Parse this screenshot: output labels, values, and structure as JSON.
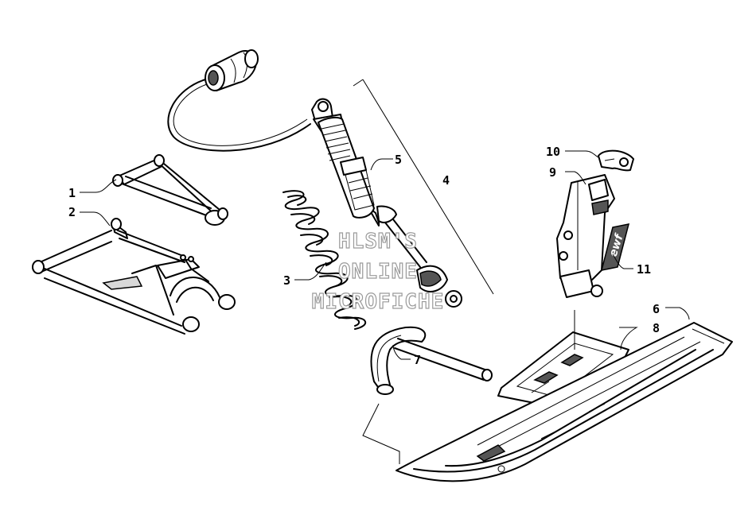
{
  "watermark": {
    "line1": "HLSM'S",
    "line2": "ONLINE",
    "line3": "MICROFICHE"
  },
  "callouts": [
    {
      "id": "1",
      "label": "1"
    },
    {
      "id": "2",
      "label": "2"
    },
    {
      "id": "3",
      "label": "3"
    },
    {
      "id": "4",
      "label": "4"
    },
    {
      "id": "5",
      "label": "5"
    },
    {
      "id": "6",
      "label": "6"
    },
    {
      "id": "7",
      "label": "7"
    },
    {
      "id": "8",
      "label": "8"
    },
    {
      "id": "9",
      "label": "9"
    },
    {
      "id": "10",
      "label": "10"
    },
    {
      "id": "11",
      "label": "11"
    }
  ],
  "decal_text": "ewf"
}
